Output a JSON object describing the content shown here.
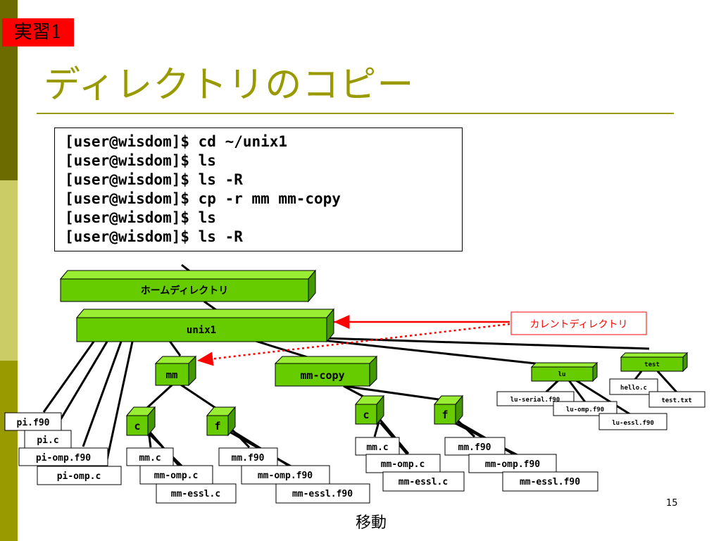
{
  "slide": {
    "badge": "実習1",
    "title": "ディレクトリのコピー",
    "page_number": "15",
    "footer": "移動",
    "colors": {
      "accent": "#999900",
      "badge": "#ff0000",
      "box_front": "#66cc00",
      "box_top": "#99ee33",
      "box_side": "#449900",
      "current_dir_arrow": "#ff0000"
    }
  },
  "terminal": {
    "lines": [
      "[user@wisdom]$ cd ~/unix1",
      "[user@wisdom]$ ls",
      "[user@wisdom]$ ls -R",
      "[user@wisdom]$ cp -r mm mm-copy",
      "[user@wisdom]$ ls",
      "[user@wisdom]$ ls -R"
    ]
  },
  "tree": {
    "home": "ホームディレクトリ",
    "unix1": "unix1",
    "current_dir_label": "カレントディレクトリ",
    "mm": "mm",
    "mm_copy": "mm-copy",
    "lu": "lu",
    "test": "test",
    "mm_c": "c",
    "mm_f": "f",
    "copy_c": "c",
    "copy_f": "f",
    "files": {
      "pi_f90": "pi.f90",
      "pi_c": "pi.c",
      "pi_omp_f90": "pi-omp.f90",
      "pi_omp_c": "pi-omp.c",
      "mm_mm_c": "mm.c",
      "mm_mm_omp_c": "mm-omp.c",
      "mm_mm_essl_c": "mm-essl.c",
      "mm_mm_f90": "mm.f90",
      "mm_mm_omp_f90": "mm-omp.f90",
      "mm_mm_essl_f90": "mm-essl.f90",
      "copy_mm_c": "mm.c",
      "copy_mm_omp_c": "mm-omp.c",
      "copy_mm_essl_c": "mm-essl.c",
      "copy_mm_f90": "mm.f90",
      "copy_mm_omp_f90": "mm-omp.f90",
      "copy_mm_essl_f90": "mm-essl.f90",
      "lu_serial": "lu-serial.f90",
      "lu_omp": "lu-omp.f90",
      "lu_essl": "lu-essl.f90",
      "hello_c": "hello.c",
      "test_txt": "test.txt"
    }
  }
}
